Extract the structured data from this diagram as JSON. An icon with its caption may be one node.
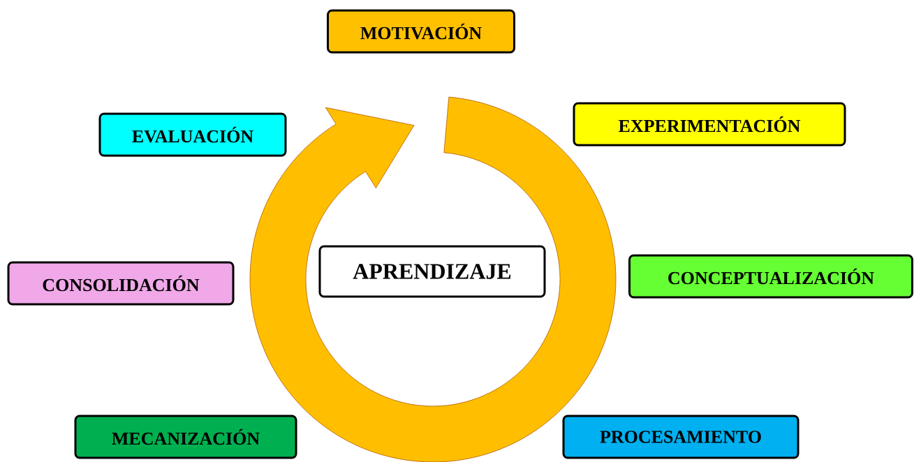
{
  "diagram": {
    "nodes": [
      {
        "text": [
          "MOTIVACIÓN"
        ]
      },
      {
        "text": [
          "EXPERIMENTACIÓN"
        ]
      },
      {
        "text": [
          "EVALUACIÓN"
        ]
      },
      {
        "text": [
          "CONSOLIDACIÓN"
        ]
      },
      {
        "text": [
          "APRENDIZAJE"
        ]
      },
      {
        "text": [
          "CONCEPTUALIZACIÓN"
        ]
      },
      {
        "text": [
          "MECANIZACIÓN"
        ]
      },
      {
        "text": [
          "PROCESAMIENTO"
        ]
      }
    ]
  }
}
